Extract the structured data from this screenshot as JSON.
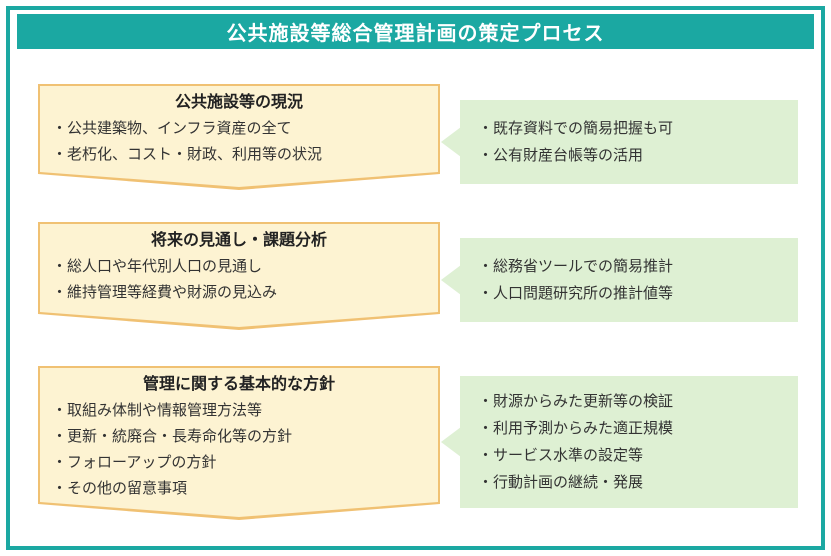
{
  "header": {
    "title": "公共施設等総合管理計画の策定プロセス"
  },
  "steps": [
    {
      "title": "公共施設等の現況",
      "details": [
        "・公共建築物、インフラ資産の全て",
        "・老朽化、コスト・財政、利用等の状況"
      ],
      "notes": [
        "・既存資料での簡易把握も可",
        "・公有財産台帳等の活用"
      ]
    },
    {
      "title": "将来の見通し・課題分析",
      "details": [
        "・総人口や年代別人口の見通し",
        "・維持管理等経費や財源の見込み"
      ],
      "notes": [
        "・総務省ツールでの簡易推計",
        "・人口問題研究所の推計値等"
      ]
    },
    {
      "title": "管理に関する基本的な方針",
      "details": [
        "・取組み体制や情報管理方法等",
        "・更新・統廃合・長寿命化等の方針",
        "・フォローアップの方針",
        "・その他の留意事項"
      ],
      "notes": [
        "・財源からみた更新等の検証",
        "・利用予測からみた適正規模",
        "・サービス水準の設定等",
        "・行動計画の継続・発展"
      ]
    }
  ],
  "colors": {
    "frame_teal": "#1ba8a2",
    "step_fill": "#fdf3d2",
    "step_border": "#f0c173",
    "note_fill": "#def0d3",
    "text": "#333333",
    "header_text": "#ffffff"
  }
}
